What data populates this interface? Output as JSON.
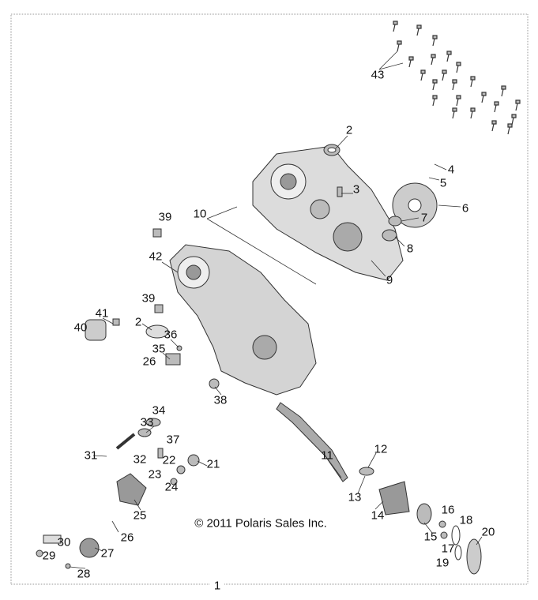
{
  "copyright": "© 2011 Polaris Sales Inc.",
  "callouts": [
    "43",
    "2",
    "4",
    "5",
    "3",
    "6",
    "10",
    "7",
    "39",
    "8",
    "42",
    "9",
    "39",
    "41",
    "2",
    "40",
    "36",
    "35",
    "26",
    "38",
    "34",
    "33",
    "11",
    "12",
    "37",
    "31",
    "32",
    "21",
    "22",
    "23",
    "13",
    "24",
    "14",
    "25",
    "16",
    "18",
    "30",
    "26",
    "20",
    "15",
    "17",
    "27",
    "29",
    "19",
    "28",
    "1"
  ],
  "colors": {
    "line": "#222222",
    "part_fill": "#d8d8d8",
    "part_shade": "#8a8a8a",
    "frame": "#999999"
  }
}
